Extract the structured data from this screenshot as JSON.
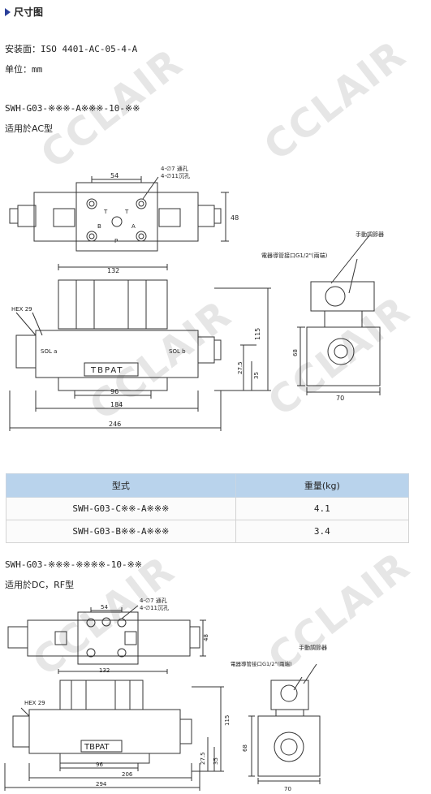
{
  "heading": "尺寸图",
  "mount_face": "安装面：ISO 4401-AC-05-4-A",
  "unit": "单位：mm",
  "watermark": "CCLAIR",
  "section1": {
    "model_code": "SWH-G03-※※※-A※※※-10-※※",
    "applicable": "适用於AC型",
    "dims": {
      "d54": "54",
      "holes_through": "4-∅7 通孔",
      "holes_counter": "4-∅11沉孔",
      "d48": "48",
      "manual": "手動調節器",
      "conduit": "電器導管接口G1/2\"(兩端)",
      "d132": "132",
      "hex": "HEX 29",
      "sol_a": "SOL a",
      "sol_b": "SOL b",
      "brand": "TBPAT",
      "d115": "115",
      "d68": "68",
      "d275": "27.5",
      "d35": "35",
      "d96": "96",
      "d184": "184",
      "d246": "246",
      "d70": "70",
      "port_t1": "T",
      "port_t2": "T",
      "port_a": "A",
      "port_b": "B",
      "port_p": "P"
    }
  },
  "table": {
    "headers": [
      "型式",
      "重量(kg)"
    ],
    "rows": [
      [
        "SWH-G03-C※※-A※※※",
        "4.1"
      ],
      [
        "SWH-G03-B※※-A※※※",
        "3.4"
      ]
    ]
  },
  "section2": {
    "model_code": "SWH-G03-※※※-※※※※-10-※※",
    "applicable": "适用於DC，RF型",
    "dims": {
      "d54": "54",
      "holes_through": "4-∅7 通孔",
      "holes_counter": "4-∅11沉孔",
      "d48": "48",
      "manual": "手動調節器",
      "conduit": "電器導管接口G1/2\"(兩端)",
      "d132": "132",
      "hex": "HEX 29",
      "brand": "TBPAT",
      "d115": "115",
      "d68": "68",
      "d275": "27.5",
      "d35": "35",
      "d96": "96",
      "d206": "206",
      "d294": "294",
      "d70": "70"
    }
  }
}
